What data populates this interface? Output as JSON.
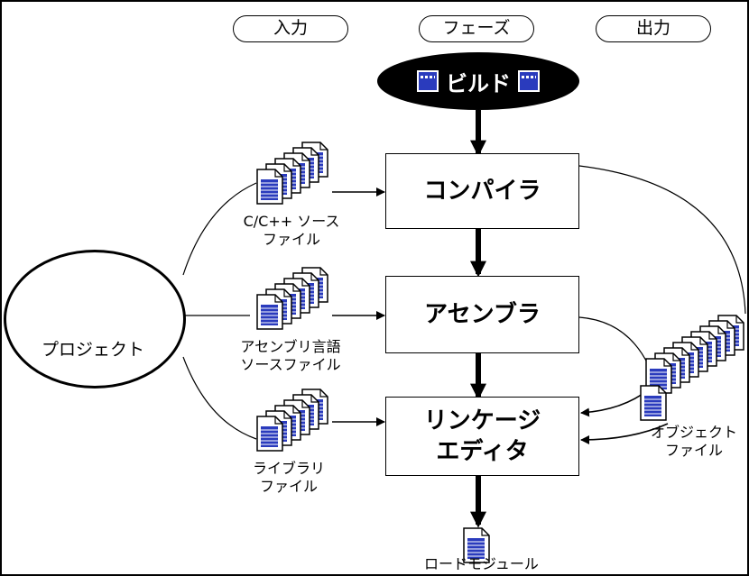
{
  "columns": {
    "input": "入力",
    "phase": "フェーズ",
    "output": "出力"
  },
  "build": {
    "label": "ビルド"
  },
  "phases": {
    "compiler": "コンパイラ",
    "assembler": "アセンブラ",
    "linkage_editor_line1": "リンケージ",
    "linkage_editor_line2": "エディタ"
  },
  "project": {
    "label": "プロジェクト"
  },
  "files": {
    "c_source_line1": "C/C++ ソース",
    "c_source_line2": "ファイル",
    "asm_source_line1": "アセンブリ言語",
    "asm_source_line2": "ソースファイル",
    "library_line1": "ライブラリ",
    "library_line2": "ファイル",
    "object_line1": "オブジェクト",
    "object_line2": "ファイル",
    "load_module": "ロードモジュール"
  },
  "colors": {
    "folder": "#f2ef2a",
    "doc_blue": "#2a3bbd",
    "build_bg": "#000000"
  }
}
